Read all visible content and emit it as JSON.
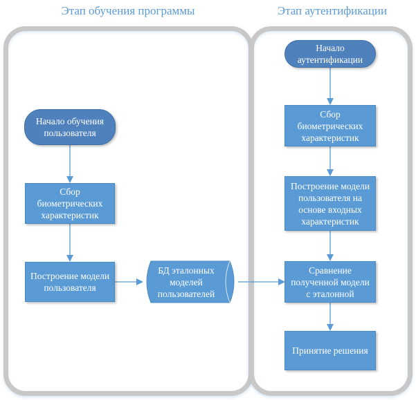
{
  "lanes": [
    {
      "title": "Этап обучения программы"
    },
    {
      "title": "Этап аутентификации"
    }
  ],
  "nodes": {
    "train_start": "Начало обучения пользователя",
    "train_collect": "Сбор биометрических характеристик",
    "train_build": "Построение модели пользователя",
    "db": "БД эталонных моделей пользователей",
    "auth_start": "Начало аутентификации",
    "auth_collect": "Сбор биометрических характеристик",
    "auth_build": "Построение модели пользователя на основе входных характеристик",
    "compare": "Сравнение полученной модели с эталонной",
    "decision": "Принятие решения"
  },
  "colors": {
    "process": "#5b9bd5",
    "terminal": "#4f81bd",
    "connector": "#5b9bd5",
    "lane_border": "#c8c8c8",
    "title": "#5b9bd5"
  }
}
